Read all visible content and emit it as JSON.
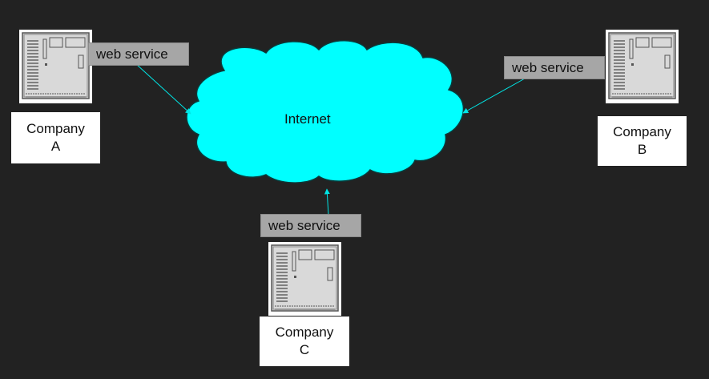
{
  "diagram": {
    "cloud": {
      "label": "Internet",
      "color": "#00ffff"
    },
    "companies": [
      {
        "id": "a",
        "label": "Company\nA",
        "service_label": "web service"
      },
      {
        "id": "b",
        "label": "Company\nB",
        "service_label": "web service"
      },
      {
        "id": "c",
        "label": "Company\nC",
        "service_label": "web service"
      }
    ],
    "connector_color": "#00e5e5",
    "icons": {
      "server": "server-rack-icon",
      "cloud": "cloud-shape"
    }
  }
}
